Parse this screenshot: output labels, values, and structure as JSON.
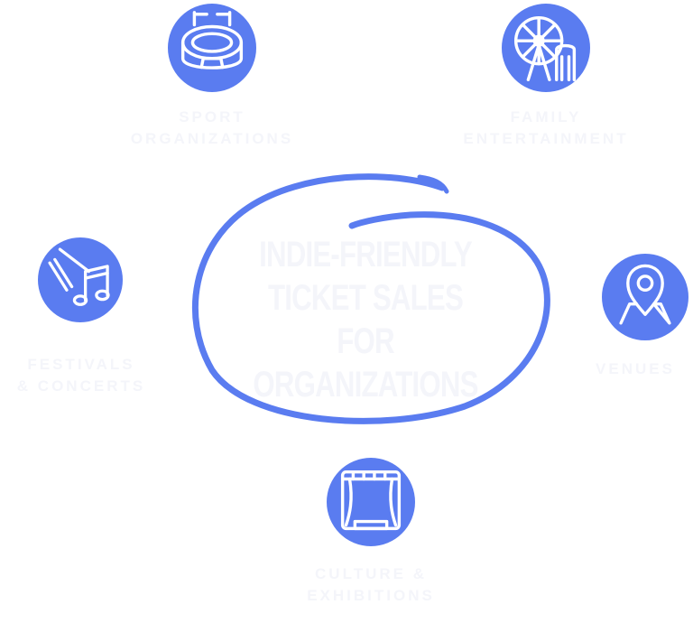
{
  "headline": "INDIE-FRIENDLY\nTICKET SALES FOR\nORGANIZATIONS",
  "categories": [
    {
      "label": "SPORT\nORGANIZATIONS",
      "icon": "stadium-icon"
    },
    {
      "label": "FAMILY\nENTERTAINMENT",
      "icon": "ferris-wheel-icon"
    },
    {
      "label": "VENUES",
      "icon": "location-pin-icon"
    },
    {
      "label": "CULTURE &\nEXHIBITIONS",
      "icon": "theater-stage-icon"
    },
    {
      "label": "FESTIVALS\n& CONCERTS",
      "icon": "music-note-icon"
    }
  ],
  "colors": {
    "accent": "#5a7cf0",
    "label_text": "#f4f5fa"
  }
}
